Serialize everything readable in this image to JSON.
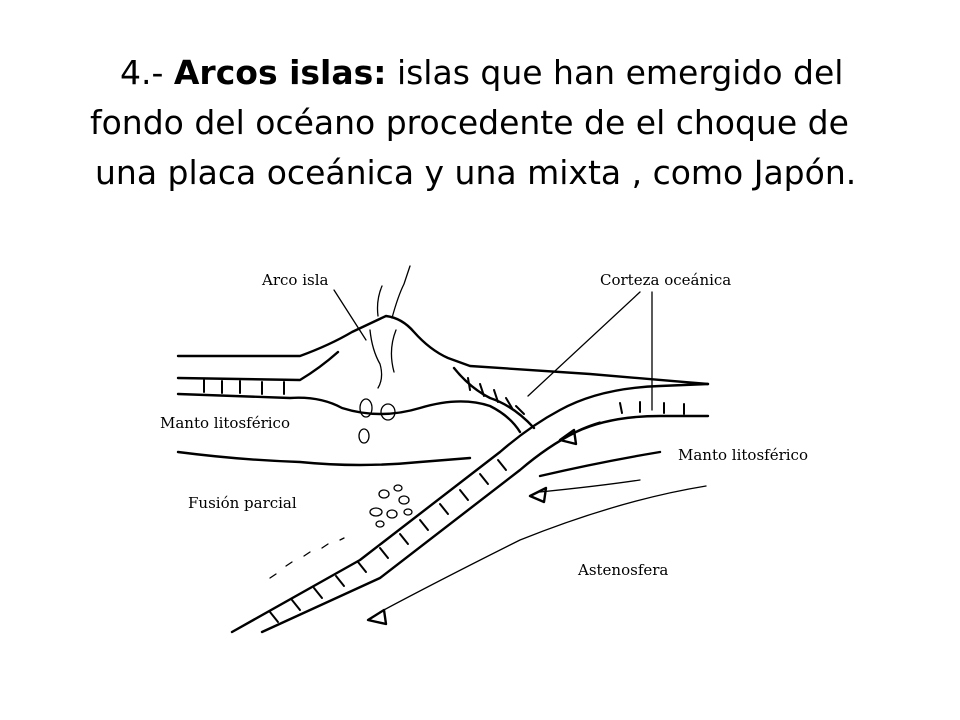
{
  "heading": {
    "prefix": "4.- ",
    "term": "Arcos islas:",
    "line1_rest": " islas que han emergido del",
    "line2": "fondo del océano procedente de el choque de",
    "line3": "una placa oceánica y una mixta , como Japón."
  },
  "diagram": {
    "labels": {
      "arco_isla": "Arco isla",
      "corteza_oceanica": "Corteza oceánica",
      "manto_litosferico_left": "Manto litosférico",
      "manto_litosferico_right": "Manto litosférico",
      "fusion_parcial": "Fusión parcial",
      "astenosfera": "Astenosfera"
    }
  }
}
